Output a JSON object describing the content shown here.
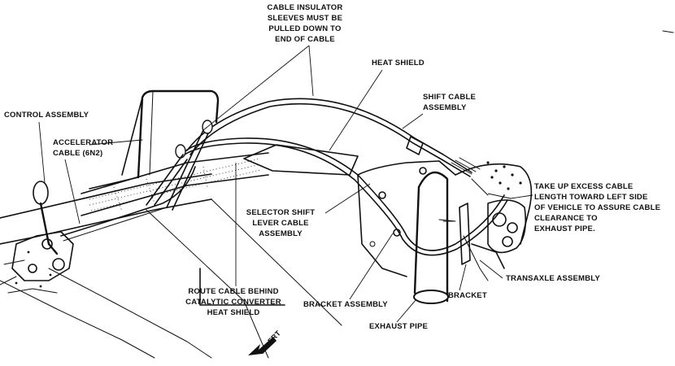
{
  "labels": {
    "cable_insulator": [
      "CABLE INSULATOR",
      "SLEEVES MUST BE",
      "PULLED DOWN TO",
      "END OF CABLE"
    ],
    "heat_shield": "HEAT SHIELD",
    "shift_cable": [
      "SHIFT CABLE",
      "ASSEMBLY"
    ],
    "control_assembly": "CONTROL ASSEMBLY",
    "accelerator_cable": [
      "ACCELERATOR",
      "CABLE (6N2)"
    ],
    "take_up": [
      "TAKE UP EXCESS CABLE",
      "LENGTH TOWARD LEFT SIDE",
      "OF VEHICLE TO ASSURE CABLE",
      "CLEARANCE TO",
      "EXHAUST PIPE."
    ],
    "selector_shift": [
      "SELECTOR SHIFT",
      "LEVER CABLE",
      "ASSEMBLY"
    ],
    "transaxle": "TRANSAXLE ASSEMBLY",
    "route_cable": [
      "ROUTE CABLE BEHIND",
      "CATALYTIC CONVERTER",
      "HEAT SHIELD"
    ],
    "bracket_assembly": "BRACKET ASSEMBLY",
    "bracket": "BRACKET",
    "exhaust_pipe": "EXHAUST PIPE",
    "frt": "FRT"
  }
}
